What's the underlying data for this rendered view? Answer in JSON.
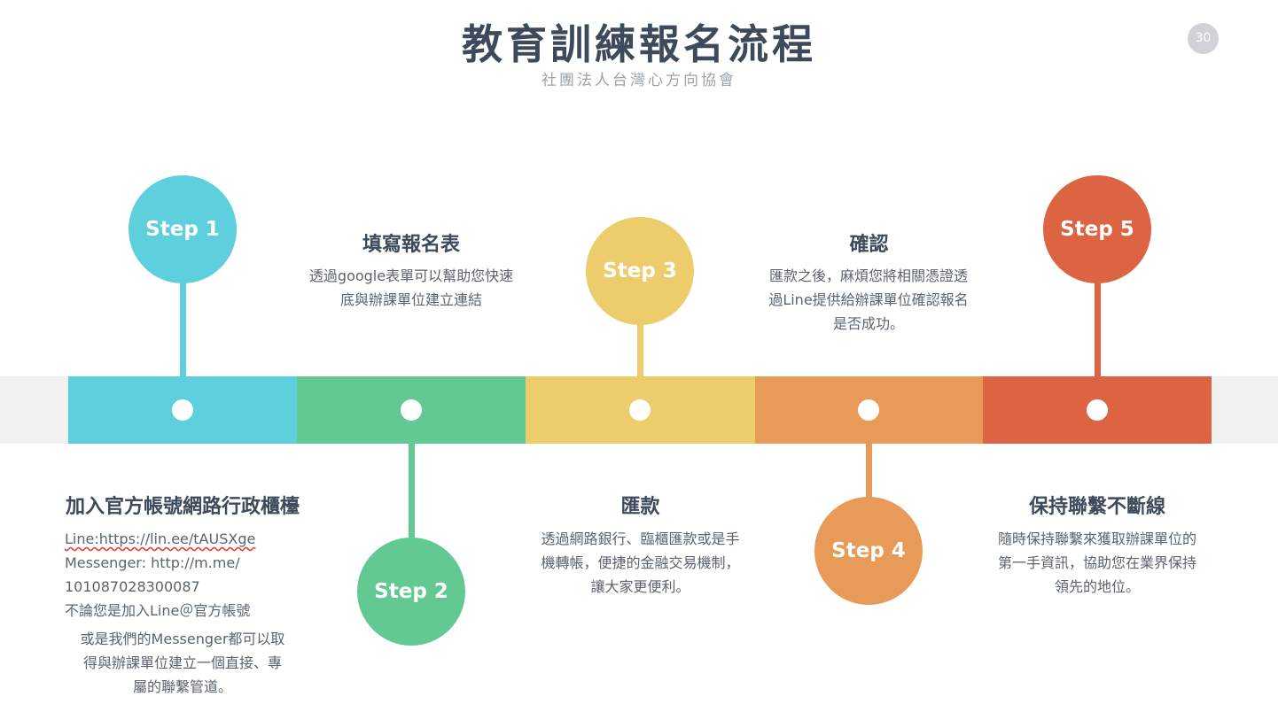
{
  "title": "教育訓練報名流程",
  "subtitle": "社團法人台灣心方向協會",
  "page_number": "30",
  "colors": {
    "step1": "#5ecfdc",
    "step2": "#62c993",
    "step3": "#edcd6b",
    "step4": "#e89b59",
    "step5": "#dc6443",
    "band": "#f1f1f1"
  },
  "steps": [
    {
      "label": "Step 1",
      "heading": "加入官方帳號網路行政櫃檯",
      "lines": [
        "Line:https://lin.ee/tAUSXge",
        "Messenger:  http://m.me/",
        "101087028300087",
        "不論您是加入Line＠官方帳號",
        "或是我們的Messenger都可以取",
        "得與辦課單位建立一個直接、專",
        "屬的聯繫管道。"
      ]
    },
    {
      "label": "Step 2",
      "heading": "填寫報名表",
      "lines": [
        "透過google表單可以幫助您快速",
        "底與辦課單位建立連結"
      ]
    },
    {
      "label": "Step 3",
      "heading": "匯款",
      "lines": [
        "透過網路銀行、臨櫃匯款或是手",
        "機轉帳，便捷的金融交易機制，",
        "讓大家更便利。"
      ]
    },
    {
      "label": "Step 4",
      "heading": "確認",
      "lines": [
        "匯款之後，麻煩您將相關憑證透",
        "過Line提供給辦課單位確認報名",
        "是否成功。"
      ]
    },
    {
      "label": "Step 5",
      "heading": "保持聯繫不斷線",
      "lines": [
        "隨時保持聯繫來獲取辦課單位的",
        "第一手資訊，協助您在業界保持",
        "領先的地位。"
      ]
    }
  ]
}
